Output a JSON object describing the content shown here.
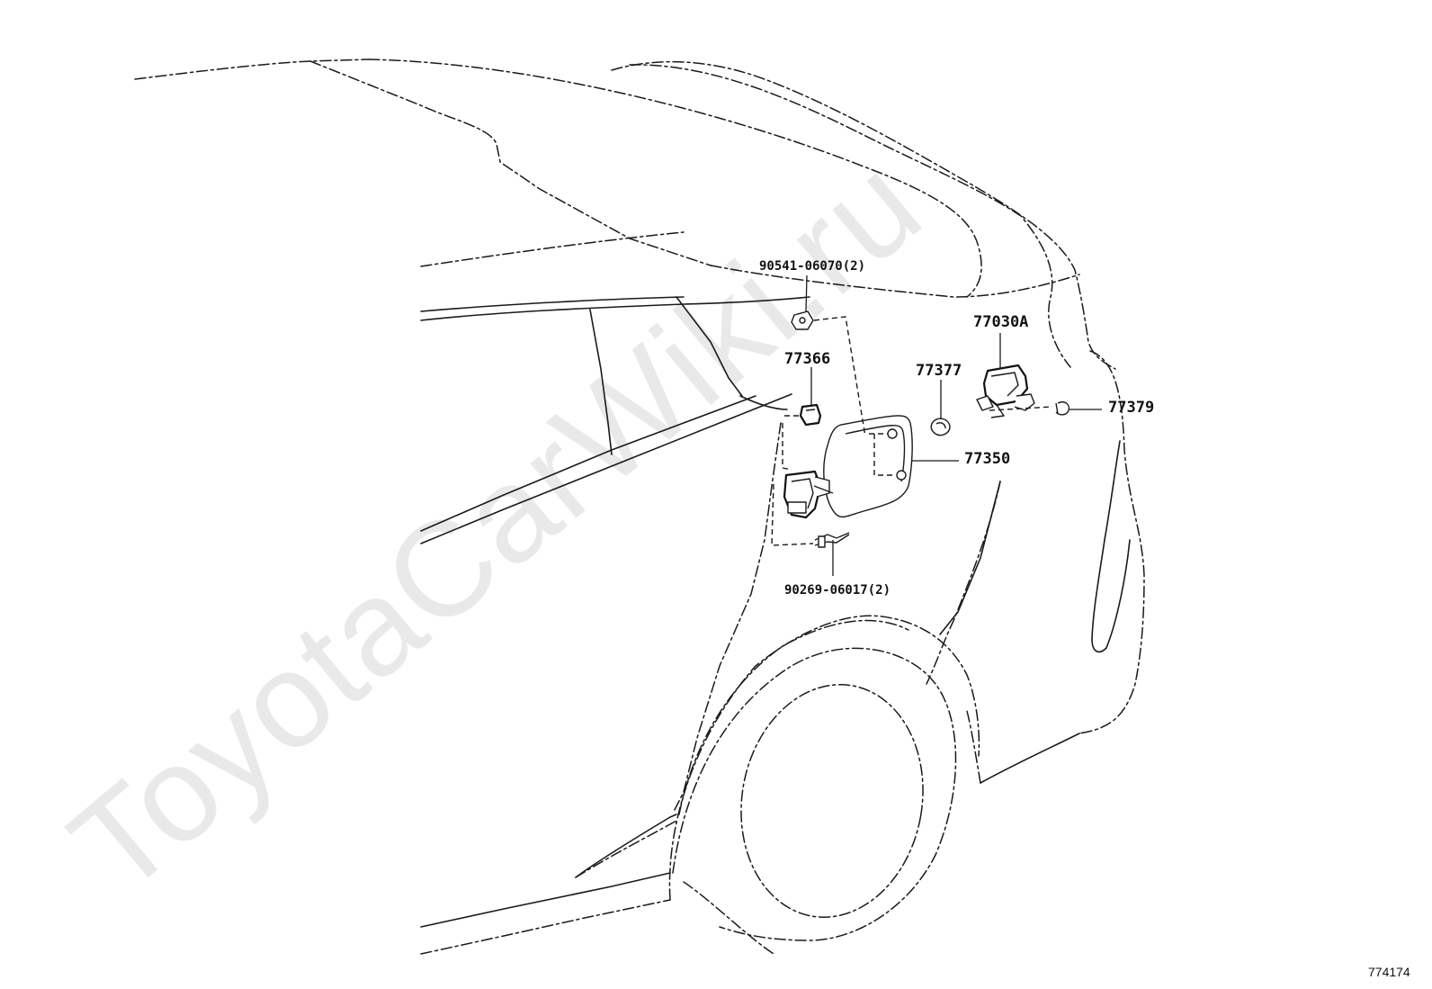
{
  "watermark": "ToyotaCarWiki.ru",
  "figure_number": "774174",
  "callouts": {
    "bolt": "90541-06070(2)",
    "lock_assembly": "77030A",
    "spring": "77366",
    "cap_stop": "77377",
    "clip": "77379",
    "fuel_lid": "77350",
    "rivet": "90269-06017(2)"
  }
}
